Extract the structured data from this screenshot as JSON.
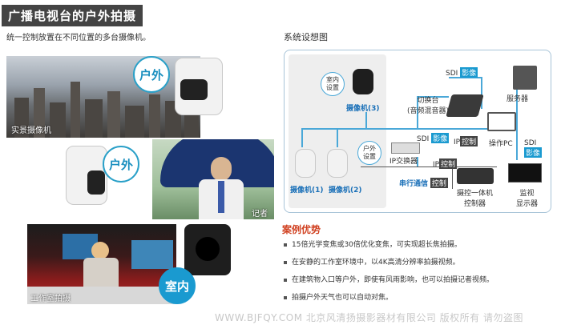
{
  "header": {
    "title": "广播电视台的户外拍摄",
    "subtitle": "统一控制放置在不同位置的多台摄像机。"
  },
  "photos": {
    "city_label": "实景摄像机",
    "rain_label": "记者",
    "studio_label": "工作室拍摄",
    "bubble_outdoor_1": "户外",
    "bubble_outdoor_2": "户外",
    "bubble_indoor": "室内"
  },
  "diagram": {
    "title": "系统设想图",
    "indoor_setup": "室内\n设置",
    "outdoor_setup": "户外\n设置",
    "cam3": "摄像机(3)",
    "cam1": "摄像机(1)",
    "cam2": "摄像机(2)",
    "switcher": "切换台\n(音频混音器)",
    "server": "服务器",
    "sdi": "SDI",
    "image_tag": "影像",
    "ip": "IP",
    "control_tag": "控制",
    "ip_switch": "IP交换器",
    "operation_pc": "操作PC",
    "serial": "串行通信",
    "controller": "摄控一体机\n控制器",
    "monitor": "监视\n显示器"
  },
  "advantages": {
    "title": "案例优势",
    "items": [
      "15倍光学变焦或30倍优化变焦，可实现超长焦拍摄。",
      "在安静的工作室环境中，以4K高清分辨率拍摄视频。",
      "在建筑物入口等户外，即使有风雨影响，也可以拍摄记者视频。",
      "拍摄户外天气也可以自动对焦。"
    ]
  },
  "watermark": "WWW.BJFQY.COM 北京风清扬摄影器材有限公司 版权所有 请勿盗图"
}
